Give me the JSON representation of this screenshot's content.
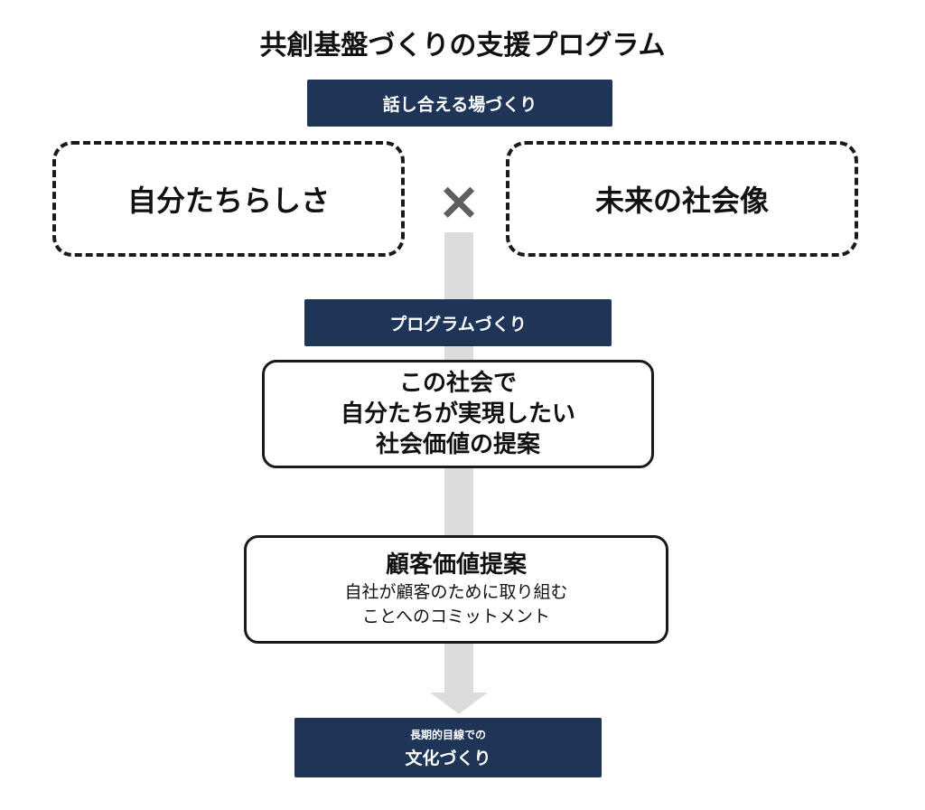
{
  "title": "共創基盤づくりの支援プログラム",
  "stage1_label": "話し合える場づくり",
  "left_box": "自分たちらしさ",
  "multiply_symbol": "×",
  "right_box": "未来の社会像",
  "stage2_label": "プログラムづくり",
  "proposal_box": {
    "lines": [
      "この社会で",
      "自分たちが実現したい",
      "社会価値の提案"
    ]
  },
  "customer_box": {
    "heading": "顧客価値提案",
    "sub_lines": [
      "自社が顧客のために取り組む",
      "ことへのコミットメント"
    ]
  },
  "stage3": {
    "small": "長期的目線での",
    "big": "文化づくり"
  }
}
